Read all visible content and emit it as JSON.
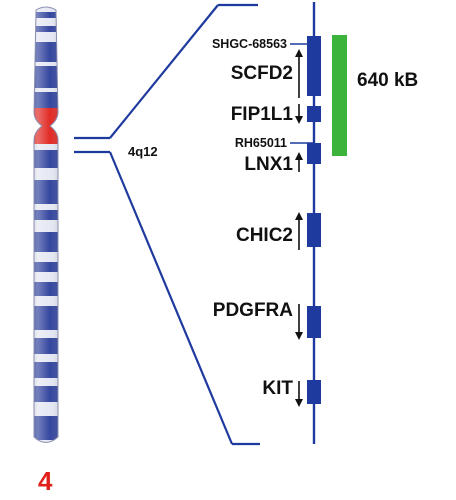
{
  "chromosome": {
    "number_label": "4",
    "band_label": "4q12",
    "colors": {
      "band": "#2a3d9a",
      "light": "#e4e6f2",
      "centromere": "#e0201b",
      "number": "#e0201b"
    }
  },
  "markers": {
    "top": "SHGC-68563",
    "bottom": "RH65011"
  },
  "genes": [
    {
      "id": "scfd2",
      "label": "SCFD2",
      "strand": "up"
    },
    {
      "id": "fip1l1",
      "label": "FIP1L1",
      "strand": "down"
    },
    {
      "id": "lnx1",
      "label": "LNX1",
      "strand": "up"
    },
    {
      "id": "chic2",
      "label": "CHIC2",
      "strand": "up"
    },
    {
      "id": "pdgfra",
      "label": "PDGFRA",
      "strand": "down"
    },
    {
      "id": "kit",
      "label": "KIT",
      "strand": "down"
    }
  ],
  "region": {
    "size_label": "640 kB",
    "color": "#3cb43c"
  },
  "colors": {
    "line": "#1f3a9e",
    "gene_box": "#1f3a9e"
  }
}
